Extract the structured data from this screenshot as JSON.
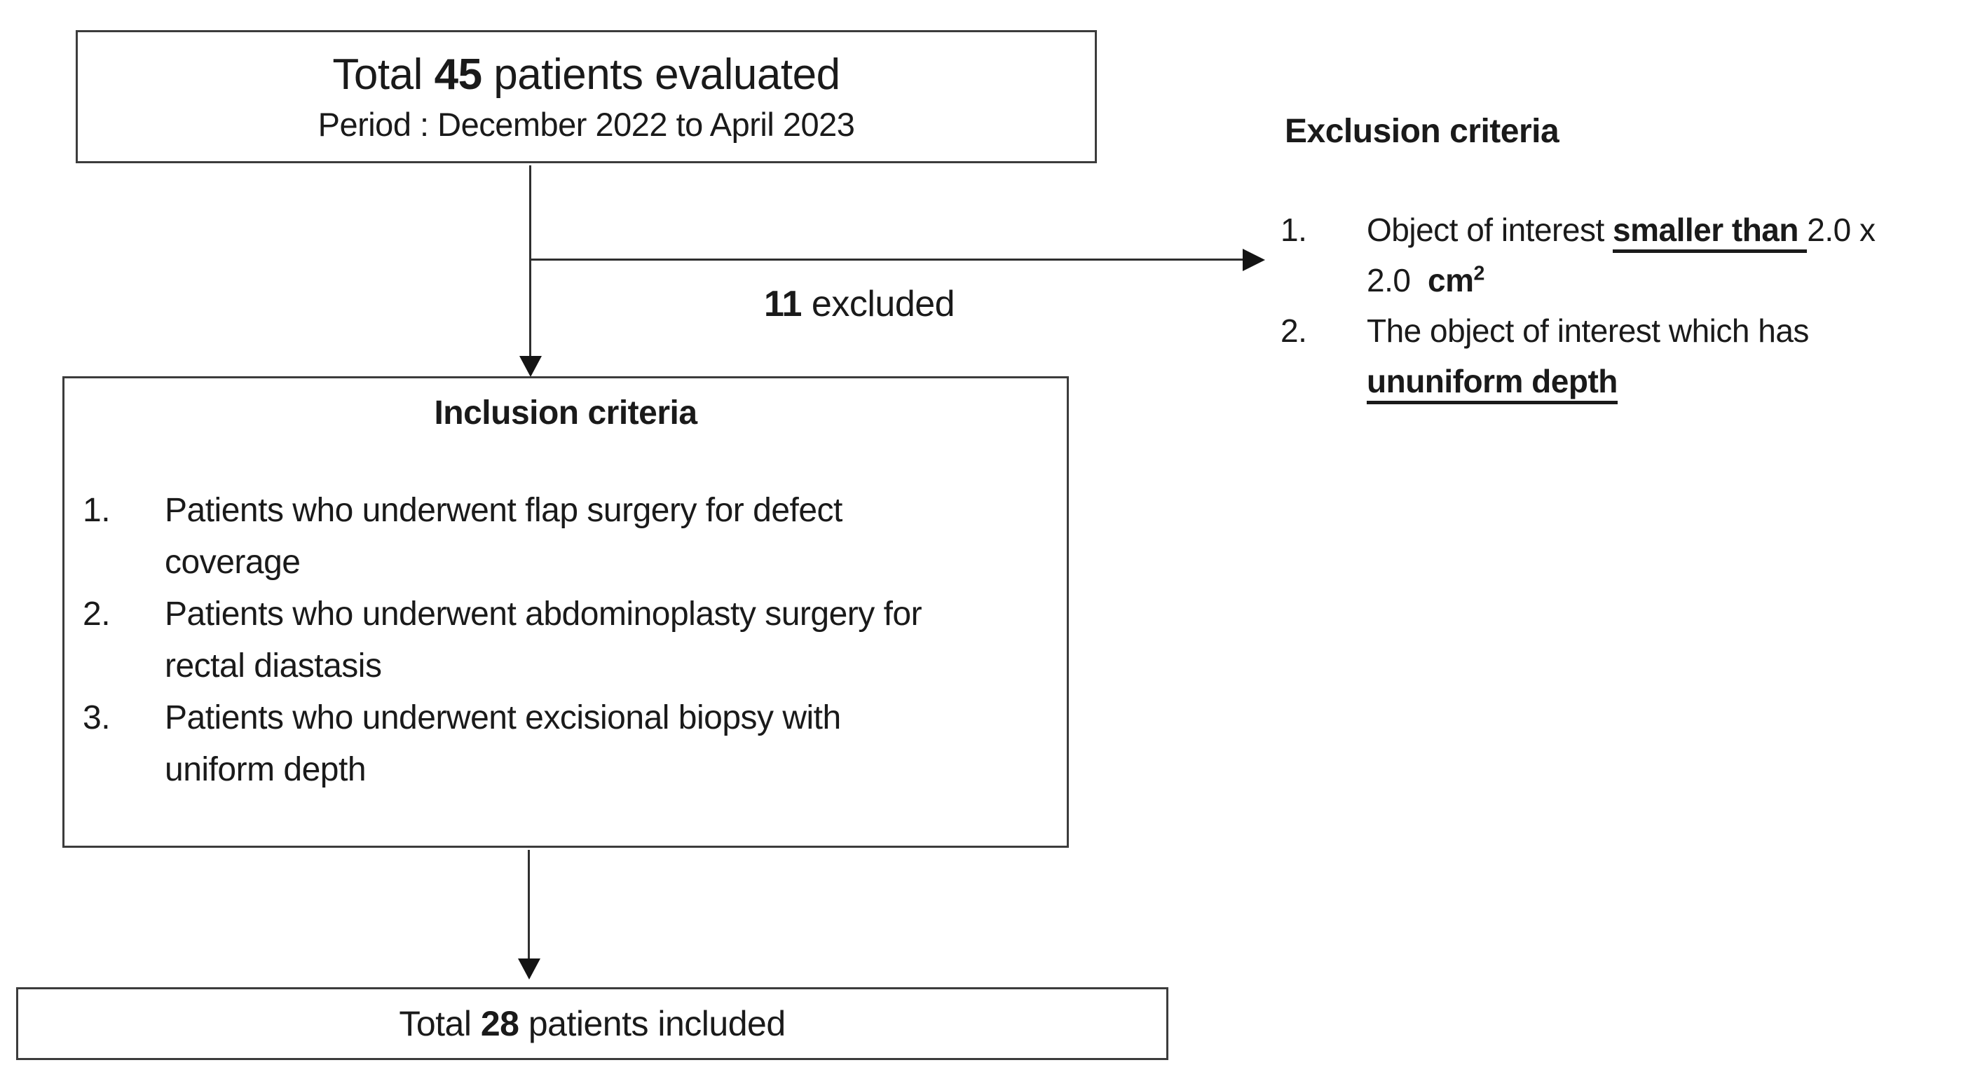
{
  "diagram": {
    "top_box": {
      "line1": [
        {
          "t": "Total ",
          "b": false
        },
        {
          "t": "45",
          "b": true
        },
        {
          "t": " patients evaluated",
          "b": false
        }
      ],
      "line2": "Period : December 2022 to April 2023"
    },
    "excluded_label": [
      {
        "t": "11",
        "b": true
      },
      {
        "t": " excluded",
        "b": false
      }
    ],
    "inclusion_box": {
      "title": "Inclusion criteria",
      "items": [
        {
          "num": "1.",
          "lines": [
            "Patients who underwent flap surgery for defect",
            "coverage"
          ]
        },
        {
          "num": "2.",
          "lines": [
            "Patients who underwent abdominoplasty surgery for",
            "rectal diastasis"
          ]
        },
        {
          "num": "3.",
          "lines": [
            "Patients who underwent excisional biopsy with",
            "uniform depth"
          ]
        }
      ]
    },
    "exclusion_section": {
      "title": "Exclusion criteria",
      "items": [
        {
          "num": "1.",
          "line1": [
            {
              "t": "Object of interest ",
              "b": false
            },
            {
              "t": "smaller than ",
              "b": true,
              "u": true
            },
            {
              "t": "2.0 x",
              "b": false
            }
          ],
          "line2": [
            {
              "t": "2.0  ",
              "b": false
            },
            {
              "t": "cm",
              "b": true
            },
            {
              "t": "2",
              "b": true,
              "sup": true
            }
          ]
        },
        {
          "num": "2.",
          "line1": [
            {
              "t": "The object of interest which has",
              "b": false
            }
          ],
          "line2": [
            {
              "t": "ununiform depth",
              "b": true,
              "u": true
            }
          ]
        }
      ]
    },
    "bottom_box": {
      "line1": [
        {
          "t": "Total ",
          "b": false
        },
        {
          "t": "28",
          "b": true
        },
        {
          "t": " patients included",
          "b": false
        }
      ]
    }
  }
}
